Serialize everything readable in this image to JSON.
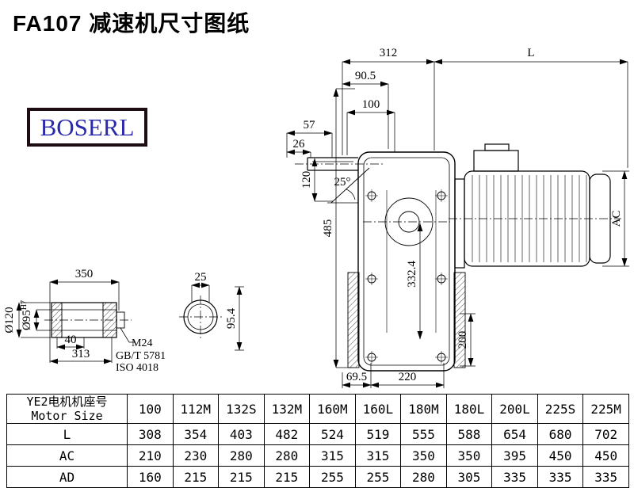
{
  "page": {
    "title": "FA107 减速机尺寸图纸"
  },
  "logo": {
    "text": "BOSERL"
  },
  "dims": {
    "d312": "312",
    "L": "L",
    "d90_5": "90.5",
    "d100": "100",
    "d57": "57",
    "d26": "26",
    "d120": "120",
    "angle25": "25°",
    "d485": "485",
    "d332_4": "332.4",
    "AC": "AC",
    "d200": "200",
    "d69_5": "69.5",
    "d220": "220",
    "d350": "350",
    "d40": "40",
    "d313": "313",
    "dia120": "Ø120",
    "dia95": "Ø95",
    "dia95_sup": "H7",
    "m24": "M24",
    "gbt5781": "GB/T 5781",
    "iso4018": "ISO 4018",
    "d25": "25",
    "d95_4": "95.4"
  },
  "table": {
    "header_cn": "YE2电机机座号",
    "header_en": "Motor Size",
    "sizes": [
      "100",
      "112M",
      "132S",
      "132M",
      "160M",
      "160L",
      "180M",
      "180L",
      "200L",
      "225S",
      "225M"
    ],
    "rows": [
      {
        "label": "L",
        "values": [
          "308",
          "354",
          "403",
          "482",
          "524",
          "519",
          "555",
          "588",
          "654",
          "680",
          "702"
        ]
      },
      {
        "label": "AC",
        "values": [
          "210",
          "230",
          "280",
          "280",
          "315",
          "315",
          "350",
          "350",
          "395",
          "450",
          "450"
        ]
      },
      {
        "label": "AD",
        "values": [
          "160",
          "215",
          "215",
          "215",
          "255",
          "255",
          "280",
          "305",
          "335",
          "335",
          "335"
        ]
      }
    ]
  }
}
